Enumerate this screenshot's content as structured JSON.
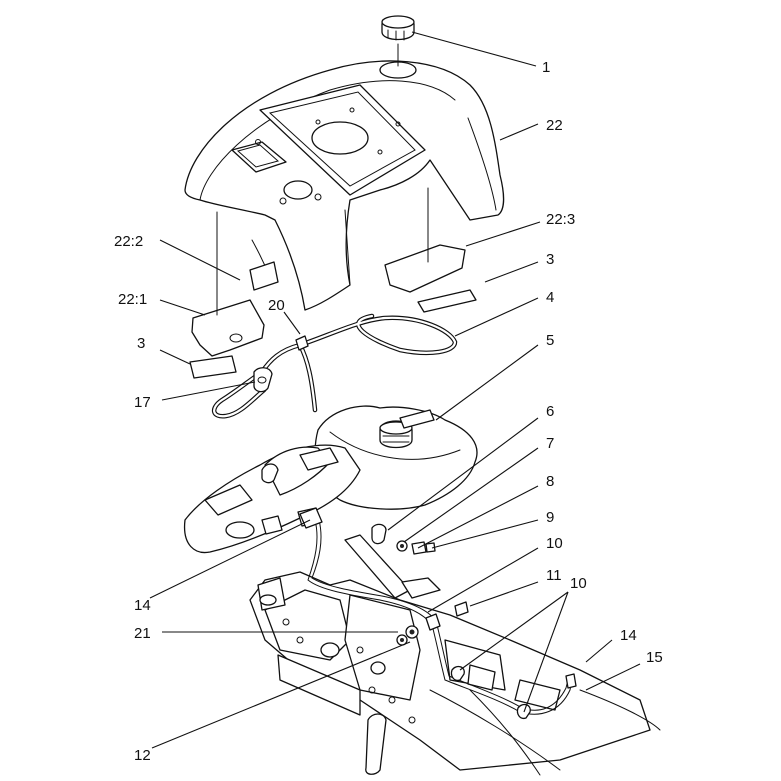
{
  "callouts": {
    "c1": "1",
    "c22": "22",
    "c22_3": "22:3",
    "c22_2": "22:2",
    "c3_right": "3",
    "c4": "4",
    "c22_1": "22:1",
    "c20": "20",
    "c3_left": "3",
    "c5": "5",
    "c17": "17",
    "c6": "6",
    "c7": "7",
    "c8": "8",
    "c9": "9",
    "c10_top": "10",
    "c11": "11",
    "c10_right": "10",
    "c14_left": "14",
    "c14_right": "14",
    "c15": "15",
    "c21": "21",
    "c12": "12"
  }
}
